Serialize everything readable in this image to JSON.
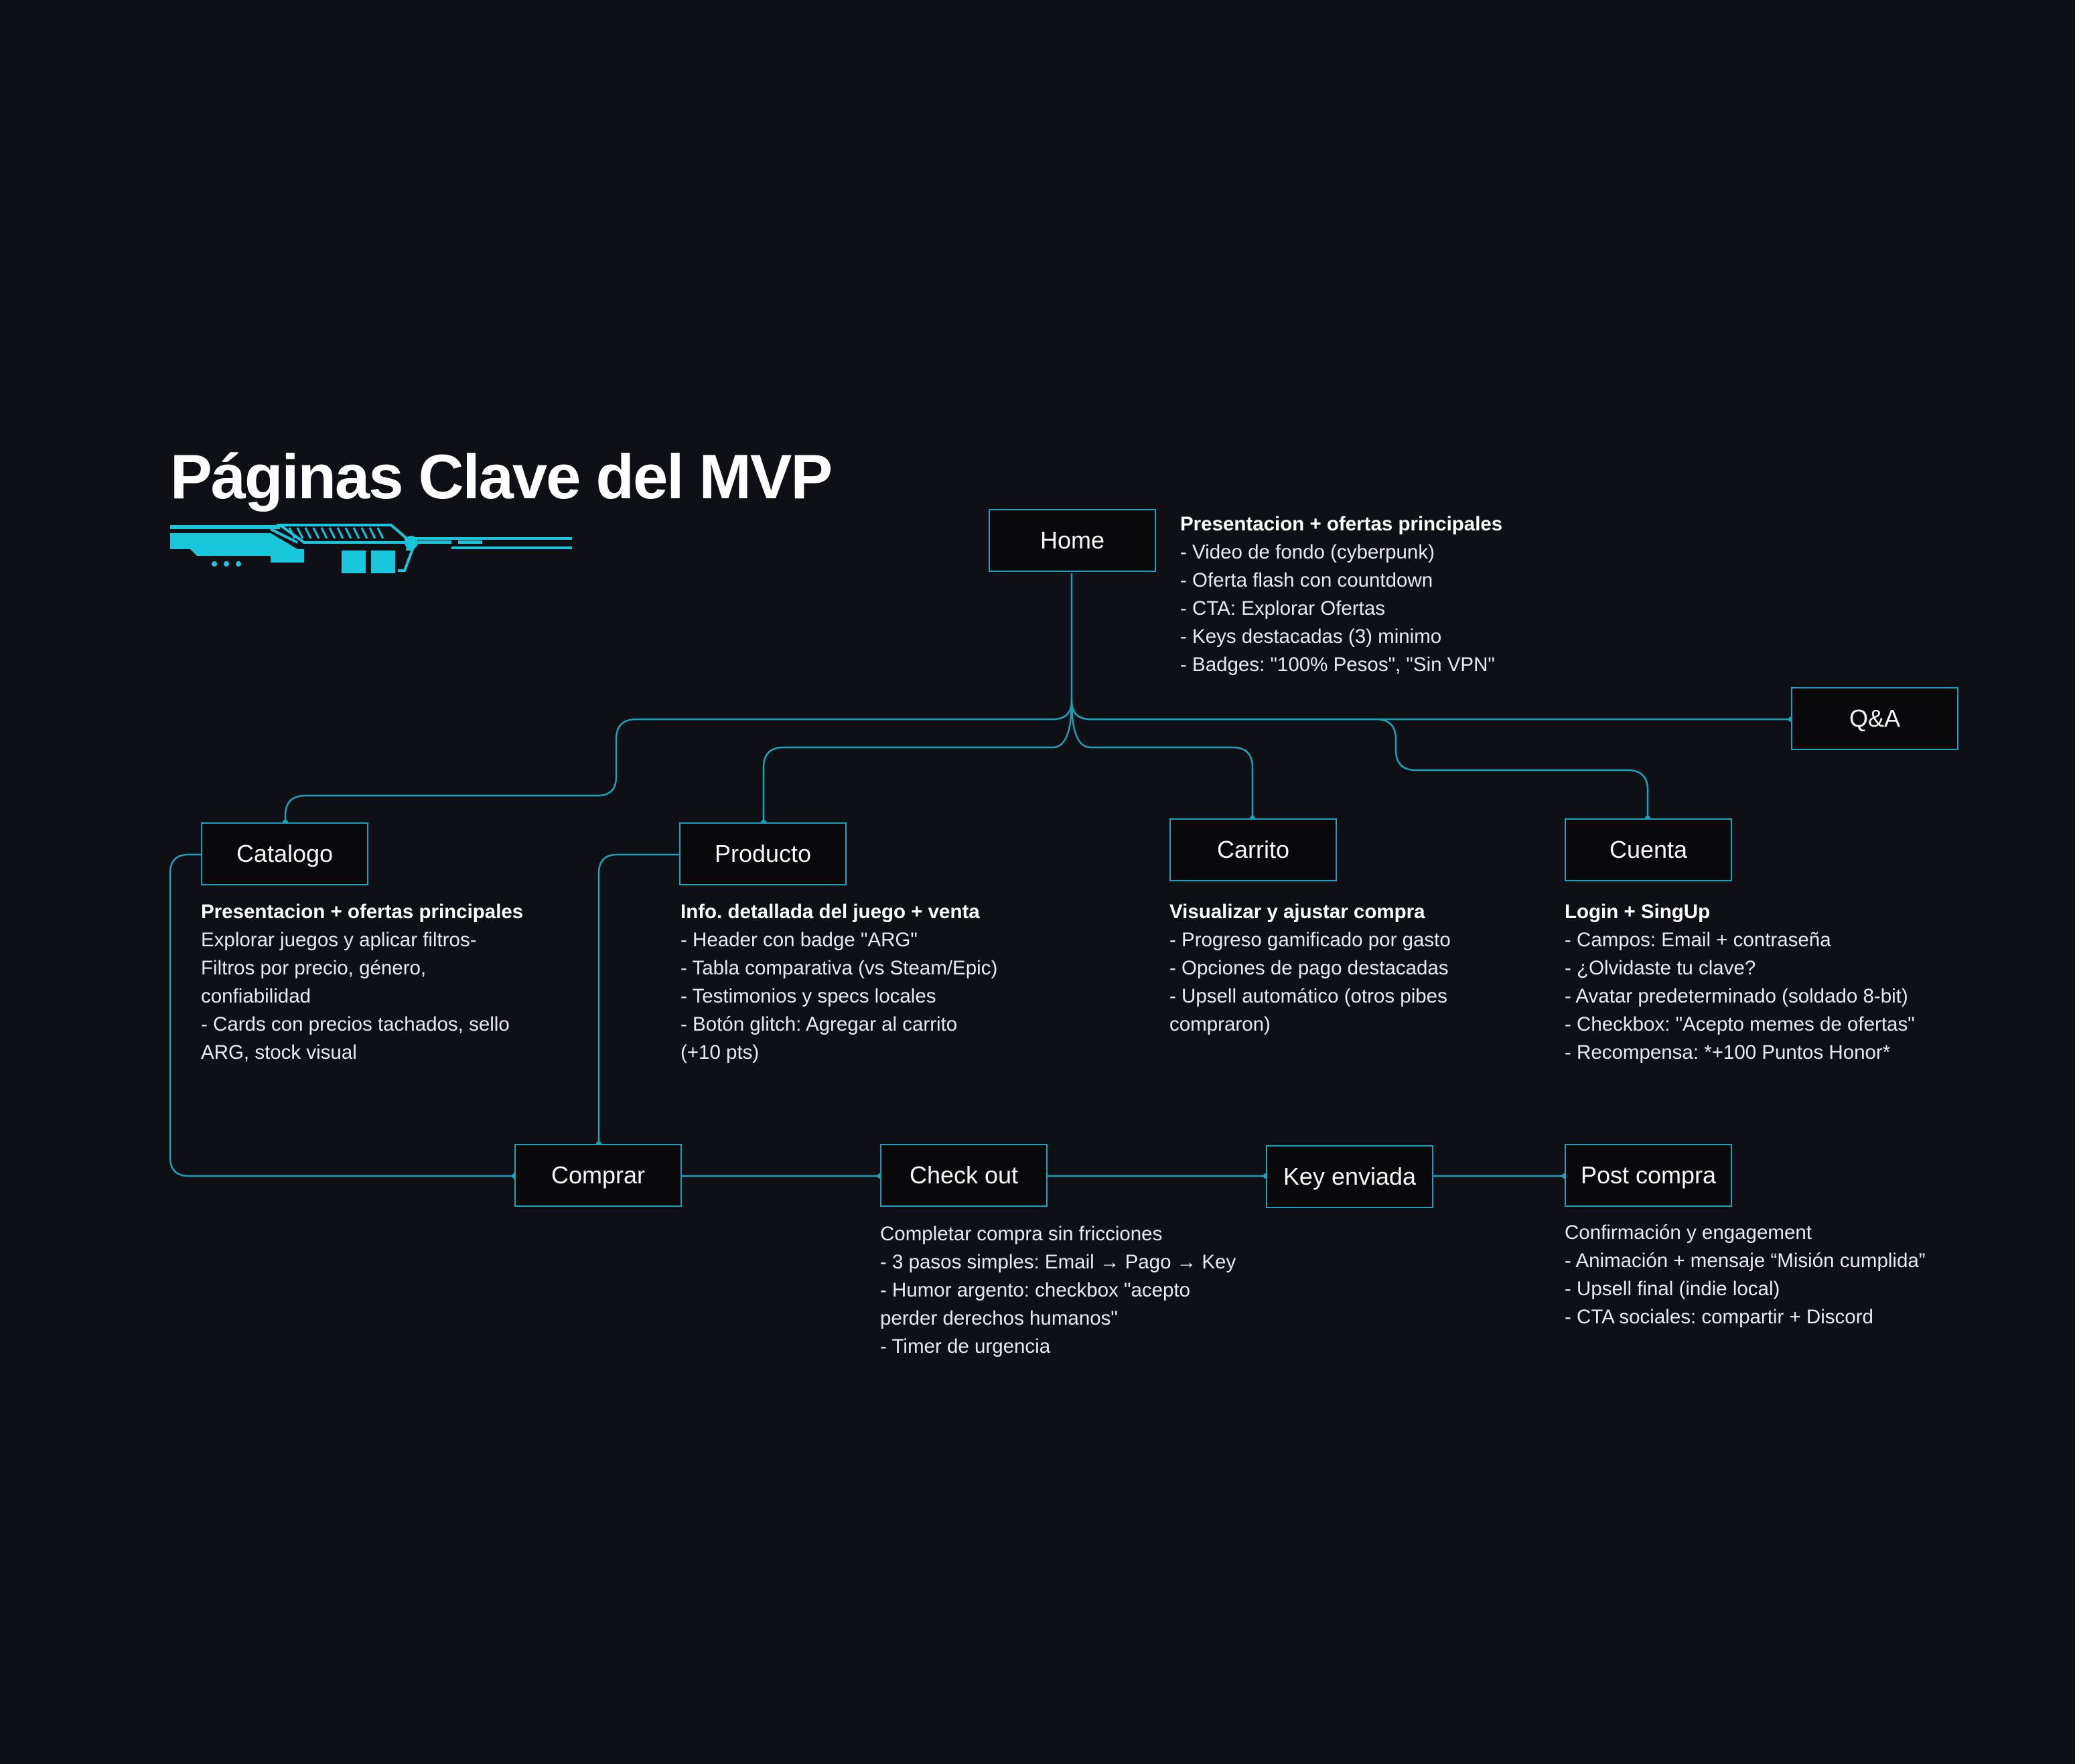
{
  "title": "Páginas Clave del MVP",
  "colors": {
    "background": "#0e1016",
    "accent": "#1aa3b8",
    "deco": "#19c7dd",
    "node_fill": "#09090c"
  },
  "nodes": {
    "home": "Home",
    "qa": "Q&A",
    "catalogo": "Catalogo",
    "producto": "Producto",
    "carrito": "Carrito",
    "cuenta": "Cuenta",
    "comprar": "Comprar",
    "checkout": "Check out",
    "key": "Key enviada",
    "post": "Post compra"
  },
  "notes": {
    "home": {
      "heading": "Presentacion + ofertas principales",
      "lines": [
        "- Video de fondo (cyberpunk)",
        "- Oferta flash con countdown",
        "- CTA: Explorar Ofertas",
        "- Keys destacadas (3) minimo",
        "- Badges: \"100% Pesos\", \"Sin VPN\""
      ]
    },
    "catalogo": {
      "heading": "Presentacion + ofertas principales",
      "lines": [
        "Explorar juegos y aplicar filtros-",
        "Filtros por precio, género,",
        "confiabilidad",
        "- Cards con precios tachados, sello",
        "ARG, stock visual"
      ]
    },
    "producto": {
      "heading": "Info. detallada del juego + venta",
      "lines": [
        "- Header con badge \"ARG\"",
        "- Tabla comparativa (vs Steam/Epic)",
        "- Testimonios y specs locales",
        "- Botón glitch: Agregar al carrito",
        "(+10 pts)"
      ]
    },
    "carrito": {
      "heading": "Visualizar y ajustar compra",
      "lines": [
        "- Progreso gamificado por gasto",
        "- Opciones de pago destacadas",
        "- Upsell automático (otros pibes",
        "compraron)"
      ]
    },
    "cuenta": {
      "heading": "Login + SingUp",
      "lines": [
        "- Campos: Email + contraseña",
        "- ¿Olvidaste tu clave?",
        "- Avatar predeterminado (soldado 8-bit)",
        "- Checkbox: \"Acepto memes de ofertas\"",
        "- Recompensa: *+100 Puntos Honor*"
      ]
    },
    "checkout": {
      "lines": [
        "Completar compra sin fricciones",
        "- 3 pasos simples: Email → Pago → Key",
        "- Humor argento: checkbox \"acepto",
        "perder derechos humanos\"",
        "- Timer de urgencia"
      ]
    },
    "post": {
      "lines": [
        "Confirmación y engagement",
        "- Animación + mensaje “Misión cumplida”",
        "- Upsell final (indie local)",
        "- CTA sociales: compartir + Discord"
      ]
    }
  }
}
